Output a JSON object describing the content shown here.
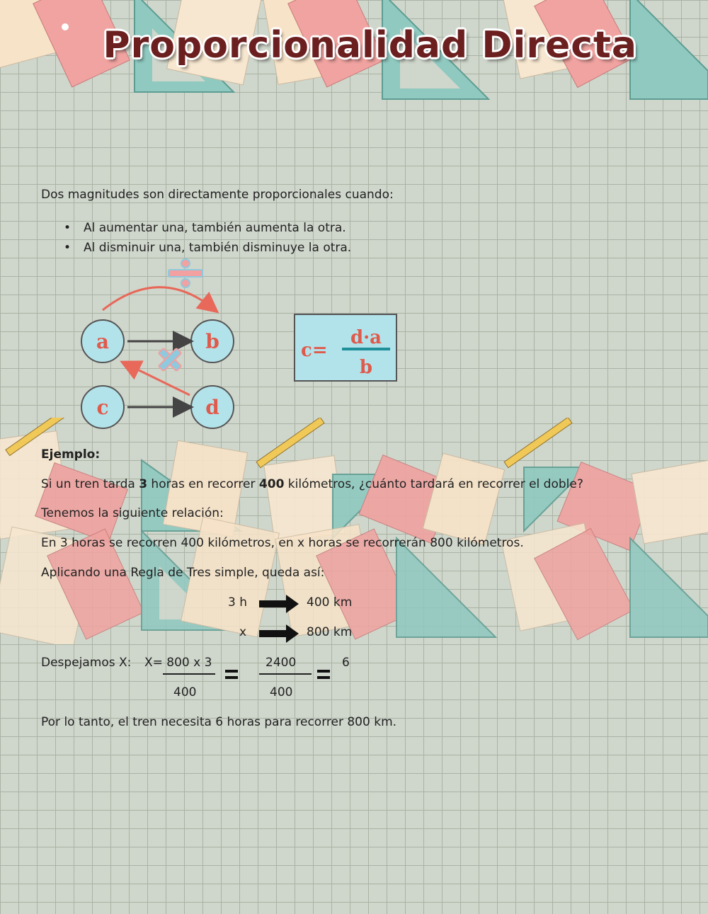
{
  "title": "Proporcionalidad Directa",
  "intro": "Dos magnitudes son directamente proporcionales cuando:",
  "bullets": [
    "Al aumentar una, también aumenta la otra.",
    "Al disminuir una, también disminuye la otra."
  ],
  "diagram": {
    "nodes": [
      "a",
      "b",
      "c",
      "d"
    ],
    "divide_symbol": "÷",
    "multiply_symbol": "×"
  },
  "formula": {
    "lhs": "c=",
    "numerator": "d·a",
    "denominator": "b"
  },
  "example": {
    "heading": "Ejemplo:",
    "question_pre": "Si un tren tarda ",
    "question_num1": "3",
    "question_mid": " horas en recorrer ",
    "question_num2": "400",
    "question_post": " kilómetros, ¿cuánto tardará en recorrer el doble?",
    "relation_intro": "Tenemos la siguiente relación:",
    "relation": "En 3 horas se recorren 400 kilómetros, en x horas se recorrerán 800 kilómetros.",
    "rule_intro": "Aplicando una Regla de Tres simple, queda así:",
    "rule_rows": [
      {
        "left": "3 h",
        "right": "400 km"
      },
      {
        "left": "x",
        "right": "800 km"
      }
    ],
    "solve_label": "Despejamos X:",
    "solve_expr": "X= 800 x 3",
    "denom1": "400",
    "num2": "2400",
    "denom2": "400",
    "result": "6",
    "conclusion": "Por lo tanto, el tren necesita 6 horas para recorrer 800 km."
  },
  "colors": {
    "title": "#6b1f1f",
    "node_fill": "#b3e3ea",
    "arrow_red": "#e8685a",
    "symbol_pink": "#f2a0a0",
    "symbol_blue": "#8ec9de",
    "formula_red": "#e05a4c",
    "formula_line": "#1f8f9a"
  }
}
